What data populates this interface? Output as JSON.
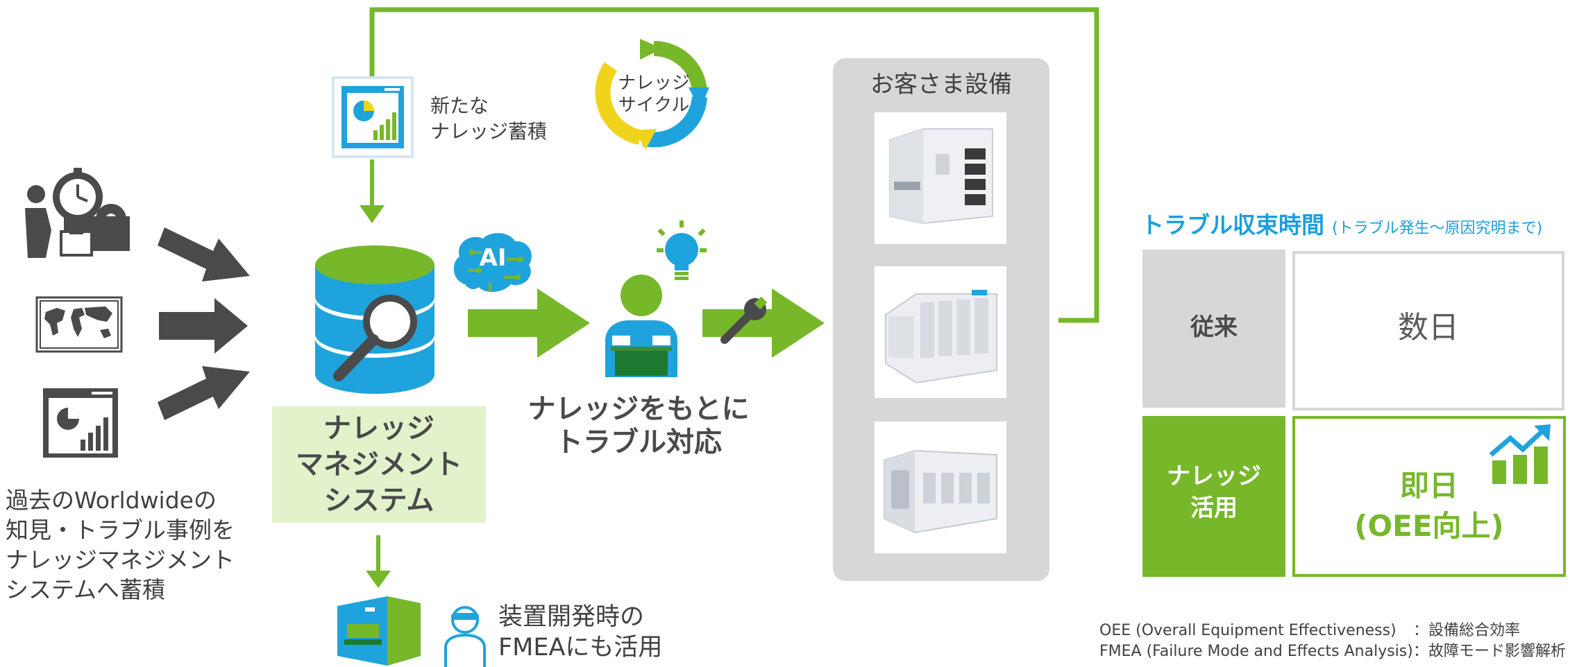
{
  "colors": {
    "green": "#76b82a",
    "light_green": "#e2f3cc",
    "dark_gray": "#4a4a4a",
    "gray": "#d7d7d7",
    "blue": "#1fa3dc",
    "blue_text": "#1a9fdc",
    "yellow": "#f2d31b"
  },
  "sources": {
    "icons": [
      "maintenance-worker-icon",
      "world-map-icon",
      "report-chart-icon"
    ],
    "caption": "過去のWorldwideの\n知見・トラブル事例を\nナレッジマネジメント\nシステムへ蓄積"
  },
  "new_knowledge": {
    "label": "新たな\nナレッジ蓄積"
  },
  "knowledge_cycle": {
    "label": "ナレッジ\nサイクル"
  },
  "kms": {
    "title": "ナレッジ\nマネジメント\nシステム",
    "ai_label": "AI"
  },
  "fmea": {
    "label": "装置開発時の\nFMEAにも活用"
  },
  "engineer": {
    "caption": "ナレッジをもとに\nトラブル対応"
  },
  "customer": {
    "title": "お客さま設備",
    "machines": [
      "equipment-image-1",
      "equipment-image-2",
      "equipment-image-3"
    ]
  },
  "table": {
    "title": "トラブル収束時間",
    "subtitle": "(トラブル発生～原因究明まで)",
    "rows": [
      {
        "label": "従来",
        "value": "数日"
      },
      {
        "label": "ナレッジ\n活用",
        "value": "即日\n(OEE向上)"
      }
    ]
  },
  "footnotes": [
    {
      "term": "OEE (Overall Equipment Effectiveness)",
      "def": "：設備総合効率"
    },
    {
      "term": "FMEA (Failure Mode and Effects Analysis)",
      "def": "：故障モード影響解析"
    }
  ]
}
